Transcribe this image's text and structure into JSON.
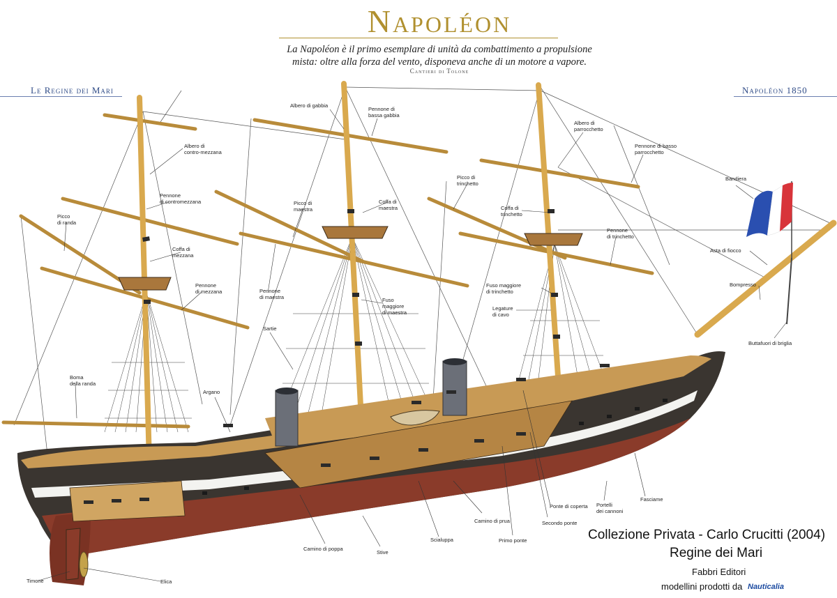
{
  "header": {
    "title": "Napoléon",
    "subtitle_line1": "La Napoléon è il primo esemplare di unità da combattimento a propulsione",
    "subtitle_line2": "mista: oltre alla forza del vento, disponeva anche di un motore a vapore.",
    "shipyard": "Cantieri di Tolone",
    "series_left": "Le Regine dei Mari",
    "series_right": "Napoléon 1850"
  },
  "labels": {
    "albero_gabbia": "Albero di gabbia",
    "pennone_bassa_gabbia": "Pennone di\nbassa gabbia",
    "albero_parrocchetto": "Albero di\nparrocchetto",
    "pennone_basso_parrocchetto": "Pennone di basso\nparrocchetto",
    "albero_contromezzana": "Albero di\ncontro-mezzana",
    "pennone_contromezzana": "Pennone\ndi contromezzana",
    "picco_randa": "Picco\ndi randa",
    "coffa_mezzana": "Coffa di\nmezzana",
    "pennone_mezzana": "Pennone\ndi mezzana",
    "picco_maestra": "Picco di\nmaestra",
    "coffa_maestra": "Coffa di\nmaestra",
    "pennone_maestra": "Pennone\ndi maestra",
    "fuso_maggiore_maestra": "Fuso\nmaggiore\ndi maestra",
    "picco_trinchetto": "Picco di\ntrinchetto",
    "coffa_trinchetto": "Coffa di\ntrinchetto",
    "pennone_trinchetto": "Pennone\ndi trinchetto",
    "fuso_maggiore_trinchetto": "Fuso maggiore\ndi trinchetto",
    "legature_cavo": "Legature\ndi cavo",
    "bandiera": "Bandiera",
    "asta_fiocco": "Asta di fiocco",
    "bompresso": "Bompresso",
    "buttafuori_briglia": "Buttafuori di briglia",
    "sartie": "Sartie",
    "boma_randa": "Boma\ndella randa",
    "argano": "Argano",
    "camino_prua": "Camino di prua",
    "camino_poppa": "Camino di poppa",
    "stive": "Stive",
    "scialuppa": "Scialuppa",
    "primo_ponte": "Primo ponte",
    "secondo_ponte": "Secondo ponte",
    "ponte_coperta": "Ponte di coperta",
    "portelli_cannoni": "Portelli\ndei cannoni",
    "fasciame": "Fasciame",
    "timone": "Timone",
    "elica": "Elica"
  },
  "collection": {
    "line1": "Collezione Privata - Carlo Crucitti (2004)",
    "line2": "Regine dei Mari",
    "line3": "Fabbri Editori",
    "line4": "modellini prodotti da",
    "logo": "Nauticalia"
  },
  "colors": {
    "title_gold": "#b0902f",
    "series_blue": "#2e4a86",
    "hull_red": "#8a3b2a",
    "deck_wood": "#c89a55",
    "mast_wood": "#d9a94e",
    "flag_blue": "#2a4fb0",
    "flag_red": "#d8343a"
  }
}
